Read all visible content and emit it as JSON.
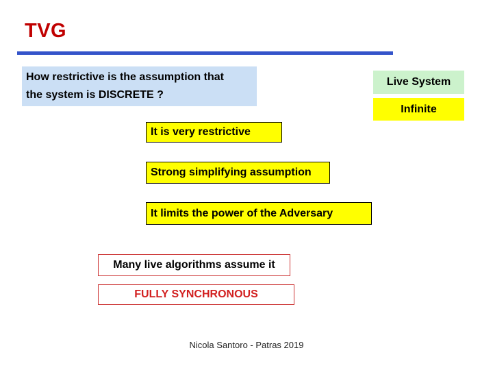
{
  "slide": {
    "title": "TVG",
    "question": {
      "line1": "How restrictive is the assumption that",
      "line2": "the system is DISCRETE ?"
    },
    "side_labels": {
      "live_system": "Live System",
      "infinite": "Infinite"
    },
    "statements": {
      "restrictive": "It is very restrictive",
      "simplifying": "Strong simplifying assumption",
      "adversary": "It limits the power of the Adversary"
    },
    "notes": {
      "many_algorithms": "Many live algorithms assume it",
      "fully_synchronous": "FULLY SYNCHRONOUS"
    },
    "footer": "Nicola Santoro - Patras 2019",
    "colors": {
      "title_red": "#C00000",
      "underline_blue": "#3454CA",
      "question_bg_blue": "#CBDFF5",
      "live_system_bg_green": "#CCF2CC",
      "highlight_yellow": "#FFFF00",
      "statement_border": "#000000",
      "note_border_red": "#CC3333",
      "synchronous_text_red": "#D22020"
    }
  }
}
